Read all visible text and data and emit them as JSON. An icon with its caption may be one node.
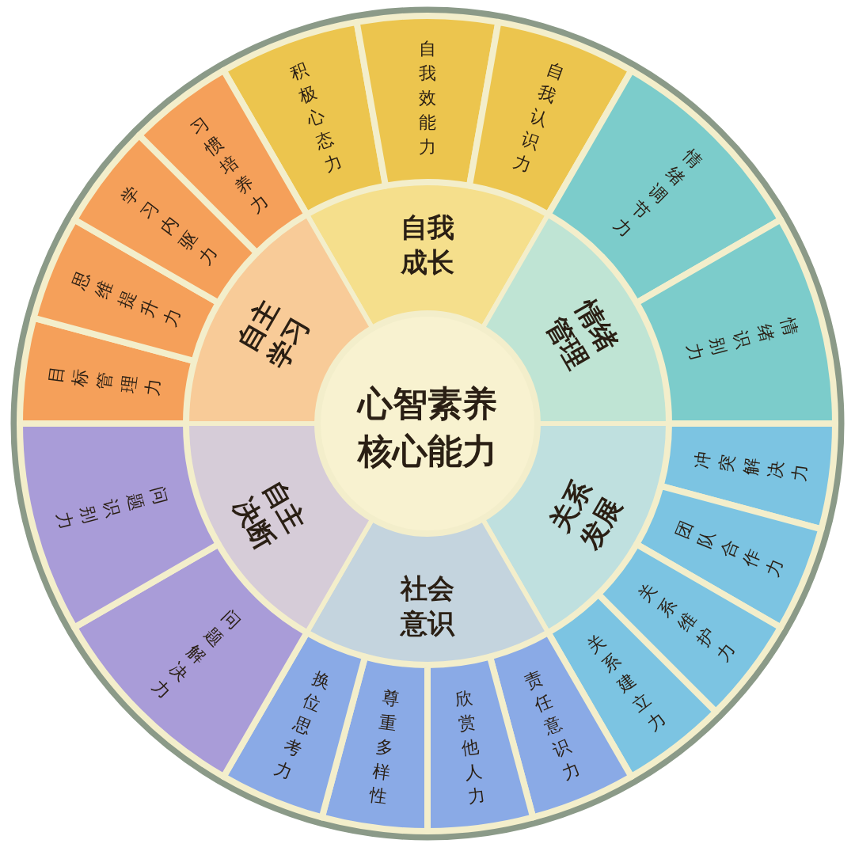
{
  "diagram": {
    "nodes": [
      {
        "text": [
          "心智素养核心能力"
        ]
      },
      {
        "text": [
          "自我成长"
        ]
      },
      {
        "text": [
          "情绪管理"
        ]
      },
      {
        "text": [
          "关系发展"
        ]
      },
      {
        "text": [
          "社会意识"
        ]
      },
      {
        "text": [
          "自主决断"
        ]
      },
      {
        "text": [
          "自主学习"
        ]
      },
      {
        "text": [
          "积极心态力"
        ]
      },
      {
        "text": [
          "自我效能力"
        ]
      },
      {
        "text": [
          "自我认识力"
        ]
      },
      {
        "text": [
          "情绪调节力"
        ]
      },
      {
        "text": [
          "情绪识别力"
        ]
      },
      {
        "text": [
          "冲突解决力"
        ]
      },
      {
        "text": [
          "团队合作力"
        ]
      },
      {
        "text": [
          "关系维护力"
        ]
      },
      {
        "text": [
          "关系建立力"
        ]
      },
      {
        "text": [
          "责任意识力"
        ]
      },
      {
        "text": [
          "欣赏他人力"
        ]
      },
      {
        "text": [
          "尊重多样性"
        ]
      },
      {
        "text": [
          "换位思考力"
        ]
      },
      {
        "text": [
          "问题解决力"
        ]
      },
      {
        "text": [
          "问题识别力"
        ]
      },
      {
        "text": [
          "目标管理力"
        ]
      },
      {
        "text": [
          "思维提升力"
        ]
      },
      {
        "text": [
          "学习内驱力"
        ]
      },
      {
        "text": [
          "习惯培养力"
        ]
      }
    ]
  }
}
